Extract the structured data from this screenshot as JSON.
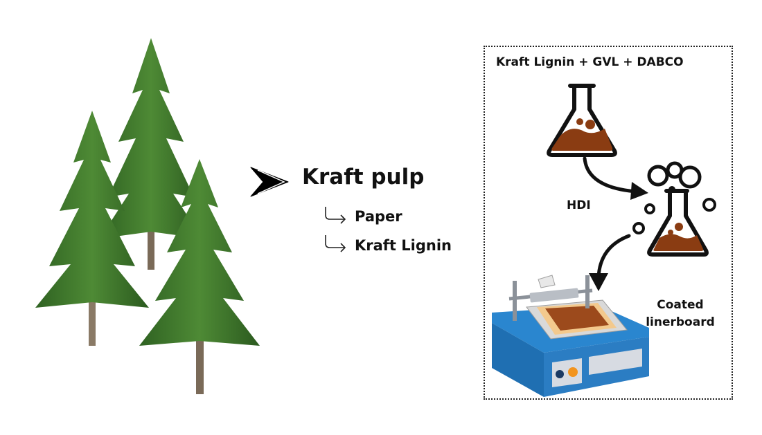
{
  "left": {
    "trees_image": "conifer-trees",
    "main_arrow_icon": "chevron-arrow-right-icon",
    "kraft_pulp": "Kraft pulp",
    "products": [
      {
        "label": "Paper",
        "icon": "branch-arrow-icon"
      },
      {
        "label": "Kraft Lignin",
        "icon": "branch-arrow-icon"
      }
    ]
  },
  "process": {
    "reagents": "Kraft Lignin + GVL + DABCO",
    "reagent_flask_icon": "flask-icon",
    "reaction_flask_icon": "bubbling-flask-icon",
    "step_label": "HDI",
    "coater_image": "coating-machine",
    "result_label_line1": "Coated",
    "result_label_line2": "linerboard"
  },
  "colors": {
    "tree_green": "#3f7a2c",
    "trunk_brown": "#7a6a58",
    "lignin_brown": "#8a3c12",
    "machine_blue": "#1f6fb2",
    "coating_tan": "#f3c98d",
    "knob_orange": "#f2941e"
  }
}
